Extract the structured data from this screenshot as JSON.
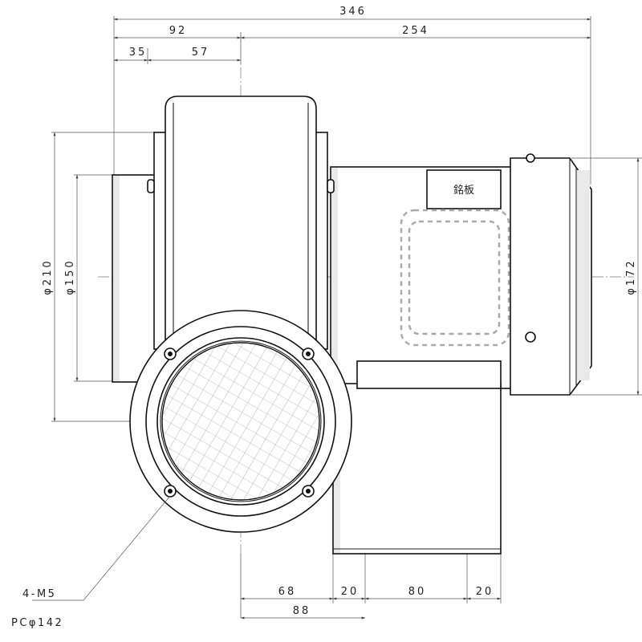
{
  "dimensions": {
    "overall_length": "346",
    "inlet_offset": "92",
    "motor_length": "254",
    "flange_edge": "35",
    "flange_to_center": "57",
    "outlet_offset": "68",
    "outlet_gap_left": "20",
    "outlet_width": "80",
    "outlet_gap_right": "20",
    "outlet_center": "88",
    "housing_dia": "φ210",
    "inlet_dia": "φ150",
    "motor_dia": "φ172"
  },
  "callouts": {
    "bolts": "4-M5",
    "pitch_circle": "PCφ142"
  },
  "nameplate": {
    "label": "銘板"
  },
  "colors": {
    "line": "#111111",
    "dimension_line": "#555555",
    "shade": "#e9e9e9"
  }
}
